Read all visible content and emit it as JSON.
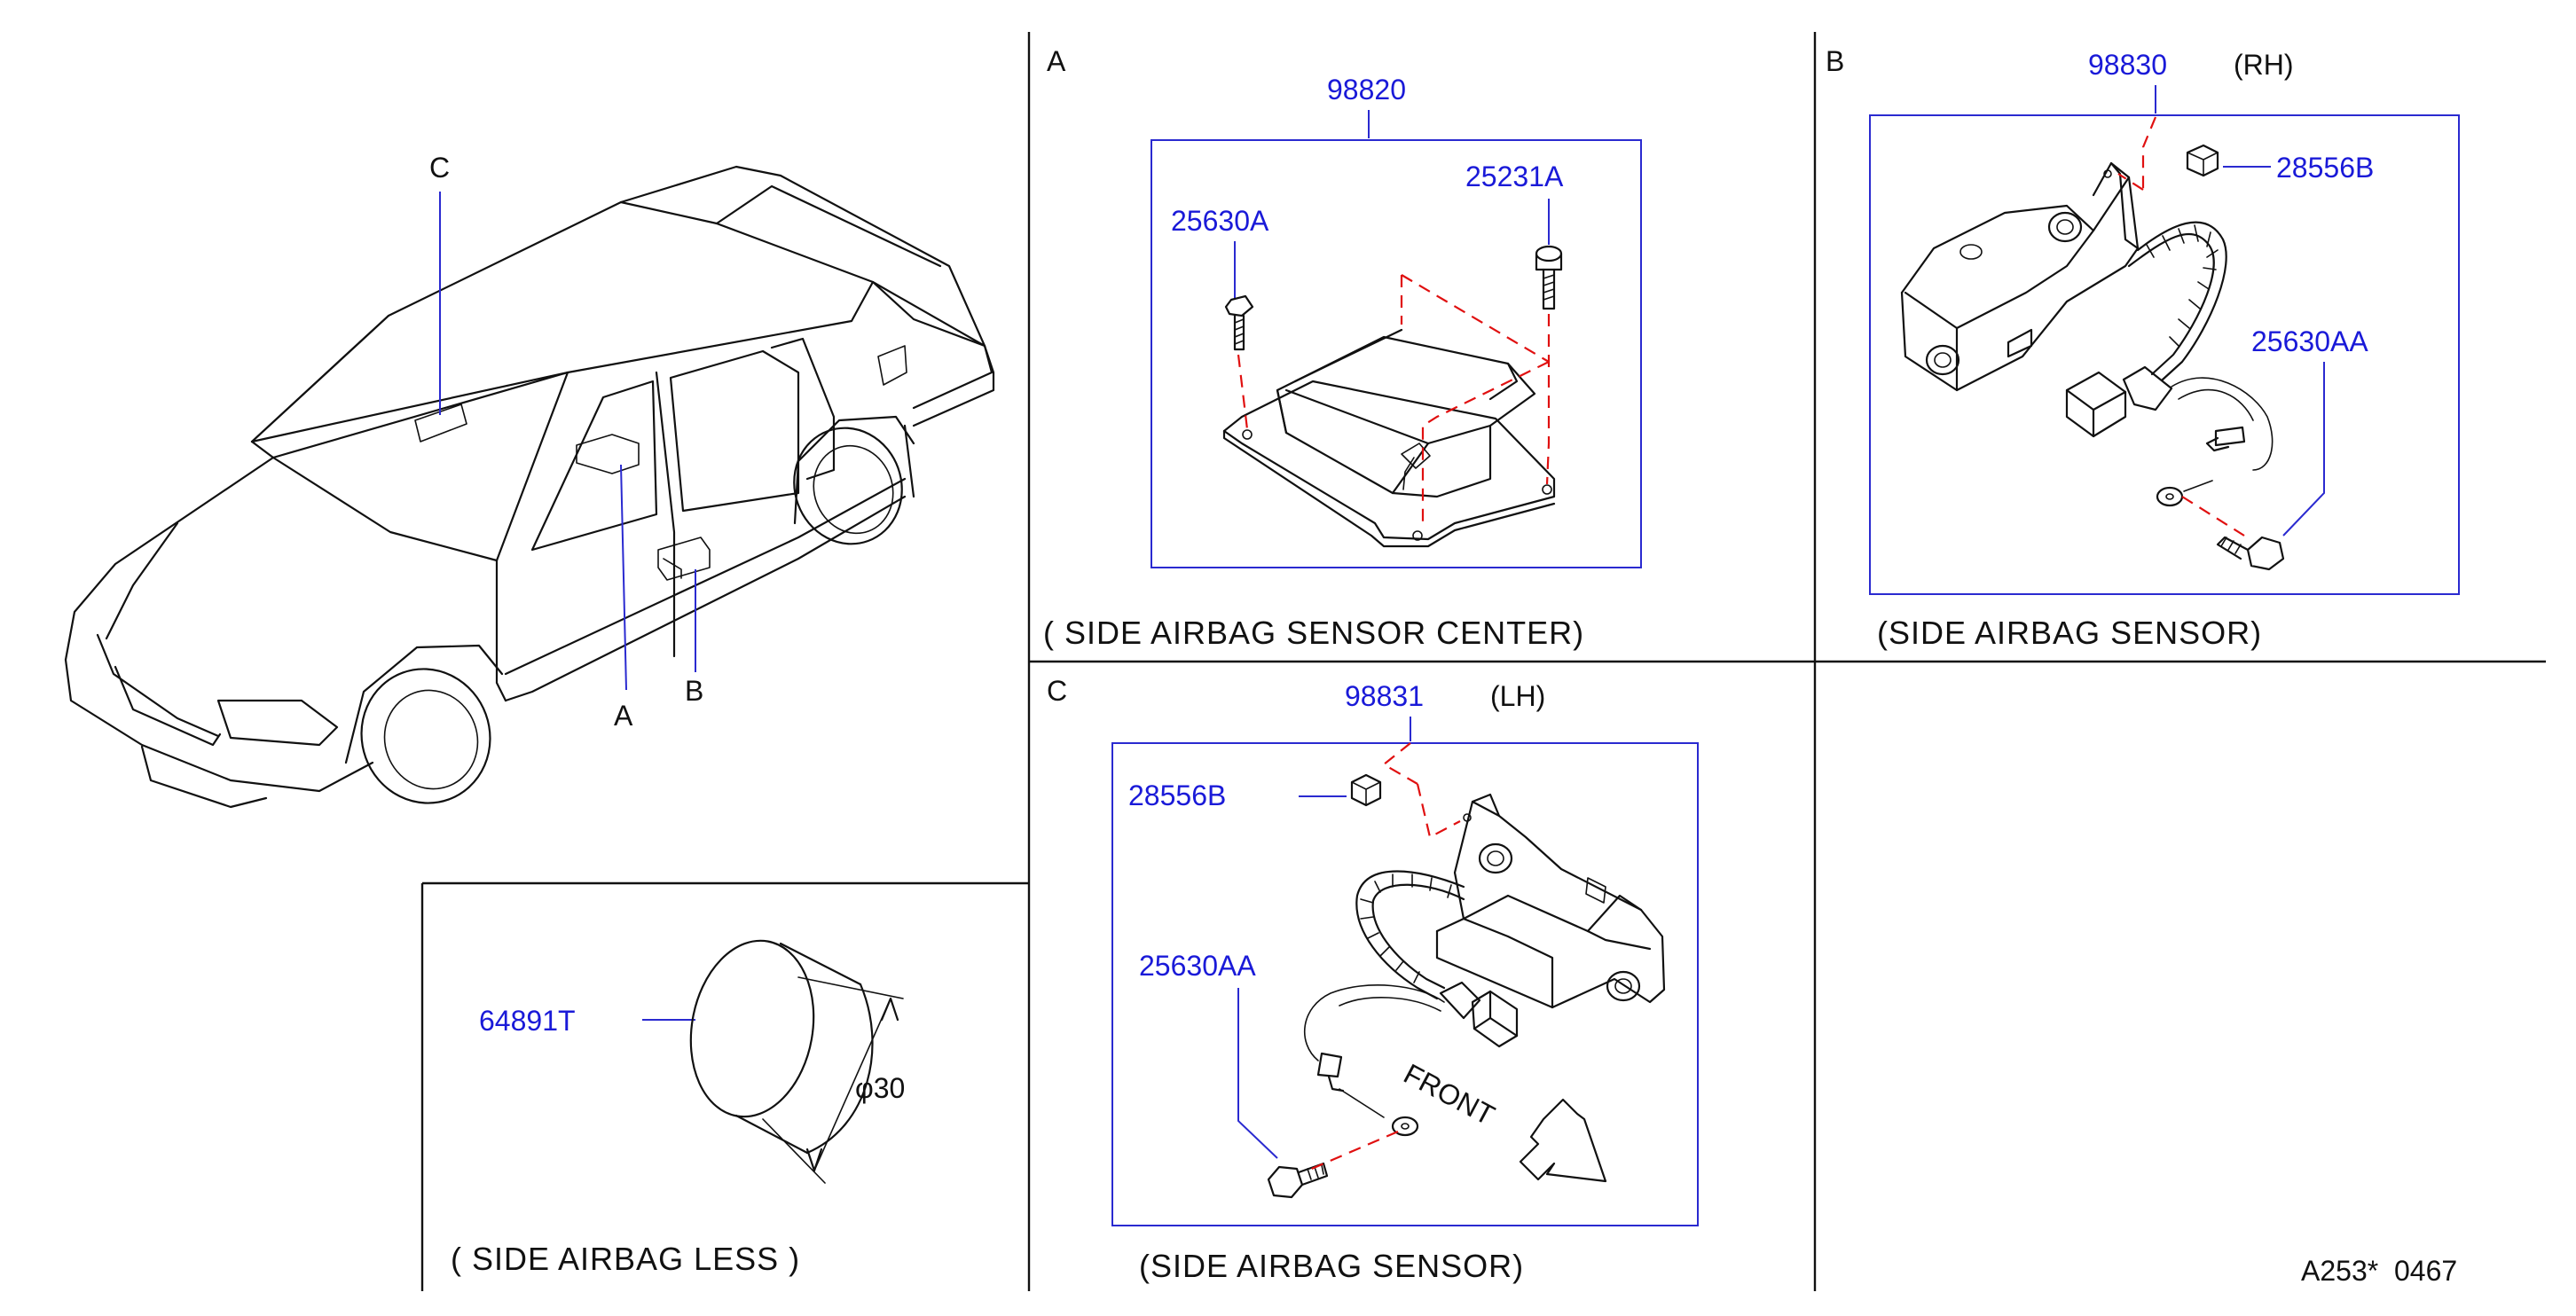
{
  "sections": {
    "a": {
      "letter": "A",
      "caption": "( SIDE AIRBAG SENSOR CENTER)",
      "parts": {
        "main": "98820",
        "bolt_left": "25630A",
        "bolt_right": "25231A"
      }
    },
    "b": {
      "letter": "B",
      "caption": "(SIDE AIRBAG SENSOR)",
      "side": "(RH)",
      "parts": {
        "main": "98830",
        "nut": "28556B",
        "bolt": "25630AA"
      }
    },
    "c": {
      "letter": "C",
      "caption": "(SIDE AIRBAG SENSOR)",
      "side": "(LH)",
      "front": "FRONT",
      "parts": {
        "main": "98831",
        "nut": "28556B",
        "bolt": "25630AA"
      }
    },
    "less": {
      "caption": "( SIDE AIRBAG LESS )",
      "part": "64891T",
      "dim": "φ30"
    },
    "car": {
      "callout_a": "A",
      "callout_b": "B",
      "callout_c": "C"
    }
  },
  "code": "A253*  0467",
  "colors": {
    "part_number": "#1a1ad8",
    "dashed_line": "#e01010",
    "frame": "#2a2ad0"
  }
}
